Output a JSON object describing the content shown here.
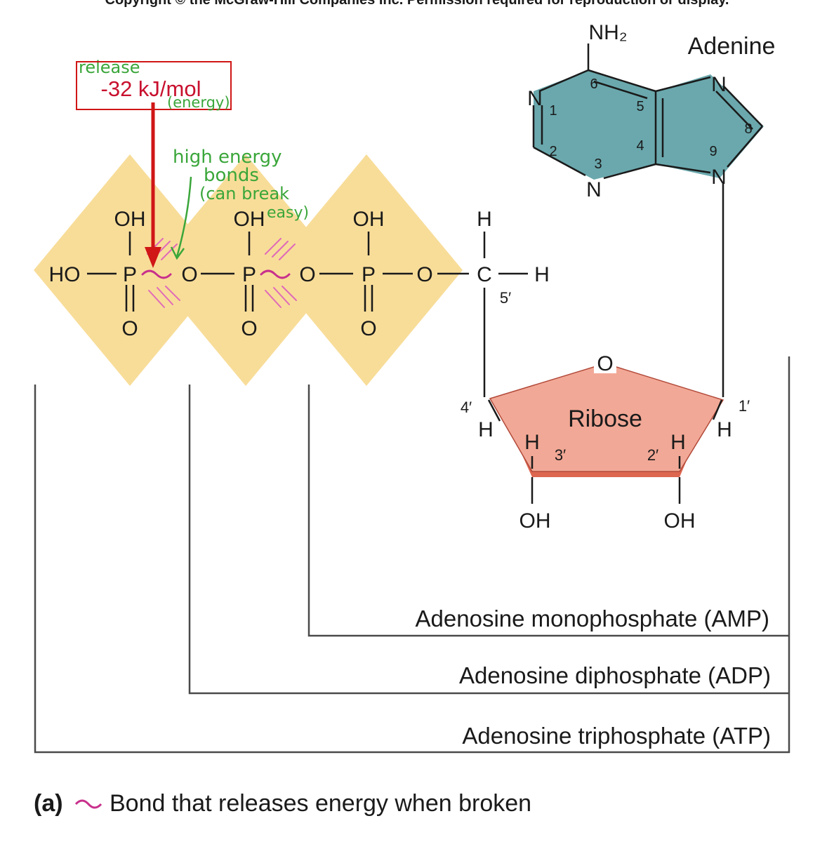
{
  "header": {
    "copyright": "Copyright © the McGraw-Hill Companies Inc. Permission required for reproduction or display."
  },
  "annotations": {
    "release_word": "release",
    "energy_value": "-32 kJ/mol",
    "energy_word": "(energy)",
    "high_energy_1": "high energy",
    "high_energy_2": "bonds",
    "high_energy_3": "(can break",
    "high_energy_4": "easy)"
  },
  "phosphates": {
    "oh1": "OH",
    "oh2": "OH",
    "oh3": "OH",
    "ho": "HO",
    "p1": "P",
    "p2": "P",
    "p3": "P",
    "o_bridge1": "O",
    "o_bridge2": "O",
    "o_bridge3": "O",
    "o_dbl1": "O",
    "o_dbl2": "O",
    "o_dbl3": "O",
    "c5": "C",
    "h_top": "H",
    "h_right": "H",
    "pos5": "5′"
  },
  "adenine": {
    "name": "Adenine",
    "nh2": "NH₂",
    "n1": "N",
    "n3": "N",
    "n7": "N",
    "n9": "N",
    "pos1": "1",
    "pos2": "2",
    "pos3": "3",
    "pos4": "4",
    "pos5": "5",
    "pos6": "6",
    "pos8": "8",
    "pos9": "9"
  },
  "ribose": {
    "name": "Ribose",
    "ring_o": "O",
    "pos4": "4′",
    "pos1": "1′",
    "pos3": "3′",
    "pos2": "2′",
    "h4": "H",
    "h1": "H",
    "h3": "H",
    "h2": "H",
    "oh3": "OH",
    "oh2": "OH"
  },
  "brackets": {
    "amp": "Adenosine monophosphate (AMP)",
    "adp": "Adenosine diphosphate (ADP)",
    "atp": "Adenosine triphosphate (ATP)"
  },
  "caption": {
    "part": "(a)",
    "text": "Bond that releases energy when broken"
  },
  "colors": {
    "phosphate_fill": "#f8dd99",
    "adenine_fill": "#6aa8ad",
    "ribose_fill": "#f2a896",
    "ribose_edge": "#dd6650",
    "arrow_red": "#d01616",
    "handwriting_green": "#3aa63a",
    "bond_pink": "#c8308c"
  }
}
